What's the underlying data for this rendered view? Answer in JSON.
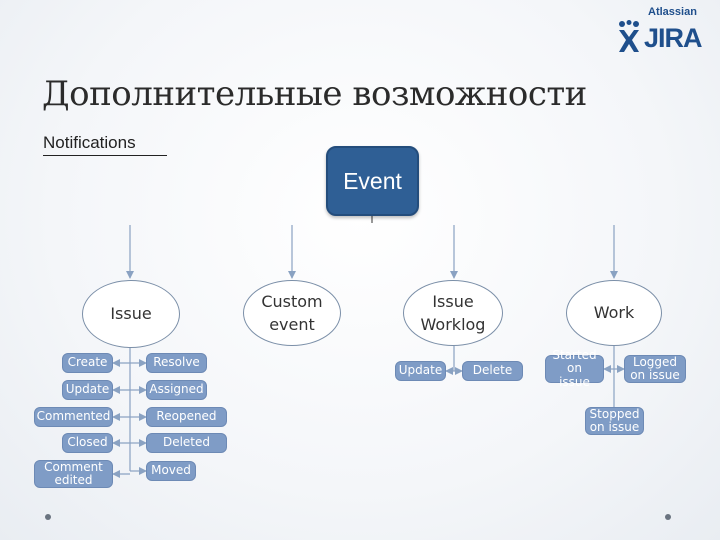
{
  "logo": {
    "brand": "Atlassian",
    "product": "JIRA"
  },
  "title": "Дополнительные возможности",
  "subtitle": "Notifications",
  "diagram": {
    "root": "Event",
    "issue": {
      "label": "Issue",
      "left_column": [
        "Create",
        "Update",
        "Commented",
        "Closed",
        "Comment edited"
      ],
      "right_column": [
        "Resolve",
        "Assigned",
        "Reopened",
        "Deleted",
        "Moved"
      ]
    },
    "custom_event": {
      "label_line1": "Custom",
      "label_line2": "event"
    },
    "issue_worklog": {
      "label_line1": "Issue",
      "label_line2": "Worklog",
      "children": [
        "Update",
        "Delete"
      ]
    },
    "work": {
      "label": "Work",
      "children": [
        "Started on issue",
        "Logged on issue",
        "Stopped on issue"
      ]
    }
  },
  "colors": {
    "event_fill": "#2f5f95",
    "pill_fill": "#7f9cc6",
    "logo_blue": "#1f4f8c"
  }
}
